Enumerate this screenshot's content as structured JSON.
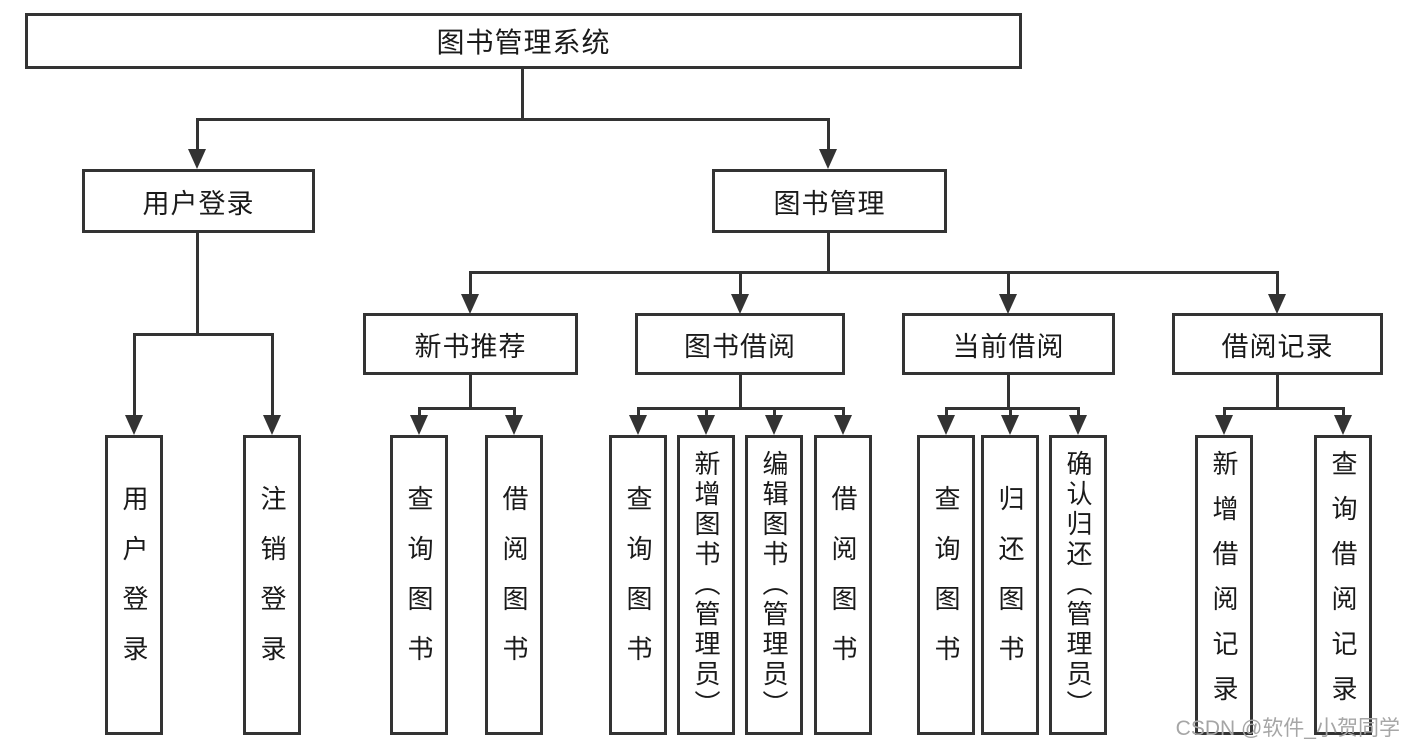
{
  "diagram": {
    "title": "图书管理系统",
    "branches": [
      {
        "label": "用户登录",
        "leaves": [
          "用户登录",
          "注销登录"
        ]
      },
      {
        "label": "图书管理",
        "sections": [
          {
            "label": "新书推荐",
            "leaves": [
              "查询图书",
              "借阅图书"
            ]
          },
          {
            "label": "图书借阅",
            "leaves": [
              "查询图书",
              "新增图书（管理员）",
              "编辑图书（管理员）",
              "借阅图书"
            ]
          },
          {
            "label": "当前借阅",
            "leaves": [
              "查询图书",
              "归还图书",
              "确认归还（管理员）"
            ]
          },
          {
            "label": "借阅记录",
            "leaves": [
              "新增借阅记录",
              "查询借阅记录"
            ]
          }
        ]
      }
    ]
  },
  "watermark": "CSDN @软件_小贺同学",
  "colors": {
    "line": "#333333",
    "text": "#1a1a1a",
    "box_bg": "#ffffff",
    "watermark": "#a6a6a6"
  }
}
